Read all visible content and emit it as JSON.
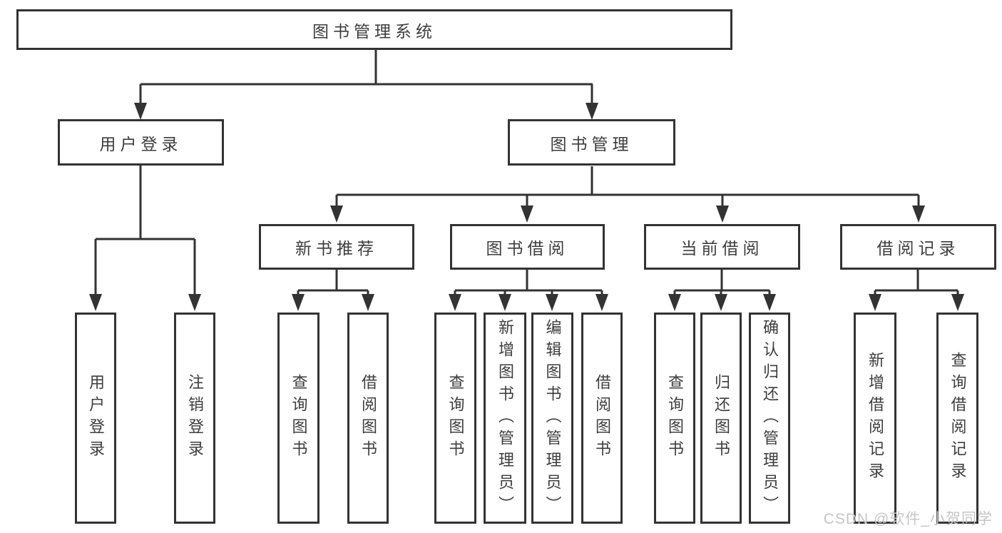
{
  "tree": {
    "root": "图书管理系统",
    "login": {
      "label": "用户登录",
      "children": [
        "用户登录",
        "注销登录"
      ]
    },
    "management": {
      "label": "图书管理",
      "groups": [
        {
          "label": "新书推荐",
          "children": [
            "查询图书",
            "借阅图书"
          ]
        },
        {
          "label": "图书借阅",
          "children": [
            "查询图书",
            "新增图书（管理员）",
            "编辑图书（管理员）",
            "借阅图书"
          ]
        },
        {
          "label": "当前借阅",
          "children": [
            "查询图书",
            "归还图书",
            "确认归还（管理员）"
          ]
        },
        {
          "label": "借阅记录",
          "children": [
            "新增借阅记录",
            "查询借阅记录"
          ]
        }
      ]
    }
  },
  "watermark": {
    "text": "CSDN @软件_小贺同学"
  },
  "colors": {
    "line": "#333333",
    "text": "#3d3d3d",
    "watermark": "#c6c6c6",
    "background": "#ffffff"
  }
}
